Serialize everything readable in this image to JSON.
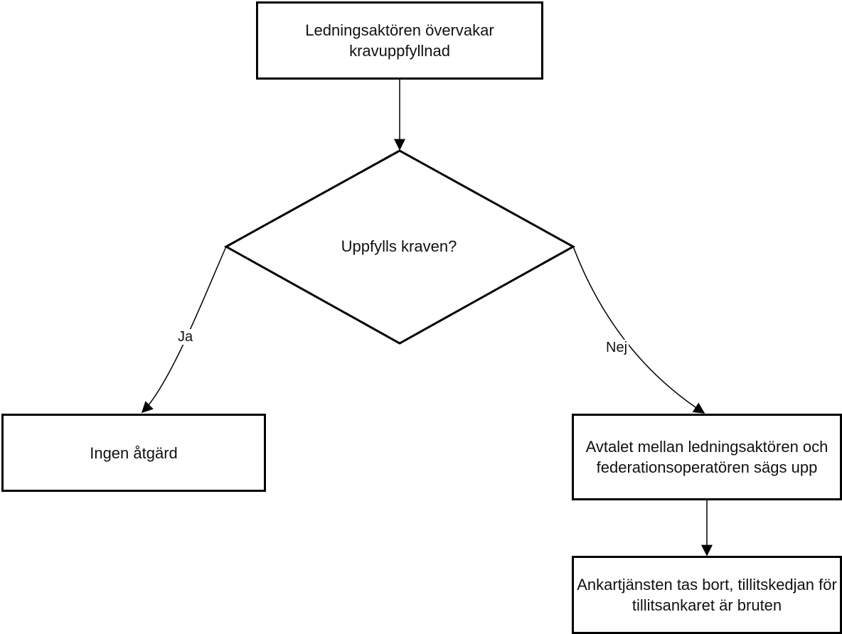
{
  "nodes": {
    "monitor": {
      "text": "Ledningsaktören övervakar kravuppfyllnad"
    },
    "decision": {
      "text": "Uppfylls kraven?"
    },
    "no_action": {
      "text": "Ingen åtgärd"
    },
    "terminate": {
      "text": "Avtalet mellan ledningsaktören och federationsoperatören sägs upp"
    },
    "removed": {
      "text": "Ankartjänsten tas bort, tillitskedjan för tillitsankaret är bruten"
    }
  },
  "edges": {
    "yes_label": "Ja",
    "no_label": "Nej"
  }
}
